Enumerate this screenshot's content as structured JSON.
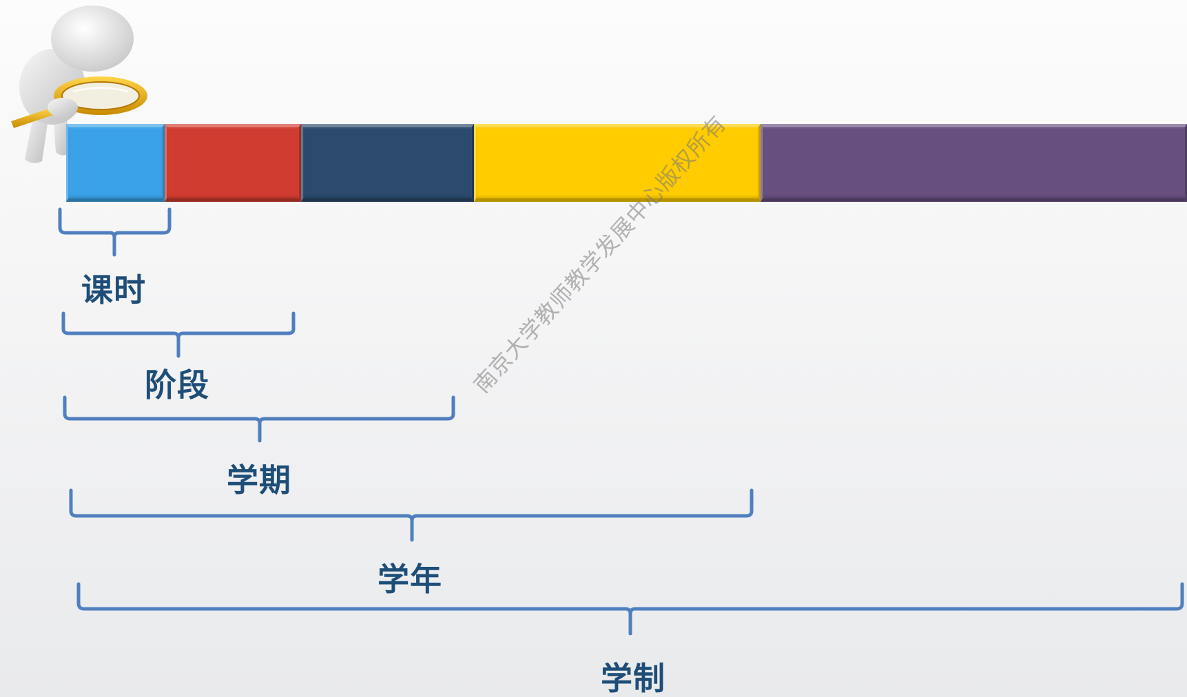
{
  "diagram": {
    "segments": [
      {
        "name": "segment-blue",
        "color": "#39a2e8"
      },
      {
        "name": "segment-red",
        "color": "#d03c2f"
      },
      {
        "name": "segment-navy",
        "color": "#2b4a6c"
      },
      {
        "name": "segment-yellow",
        "color": "#ffcc00"
      },
      {
        "name": "segment-purple",
        "color": "#674f80"
      }
    ],
    "labels": {
      "lesson": "课时",
      "stage": "阶段",
      "semester": "学期",
      "school_year": "学年",
      "school_system": "学制"
    },
    "bracket_color": "#4f7fbf",
    "label_color": "#1e4e78"
  },
  "watermark": "南京大学教师教学发展中心版权所有",
  "figure_icon": "magnifier-figure-icon"
}
